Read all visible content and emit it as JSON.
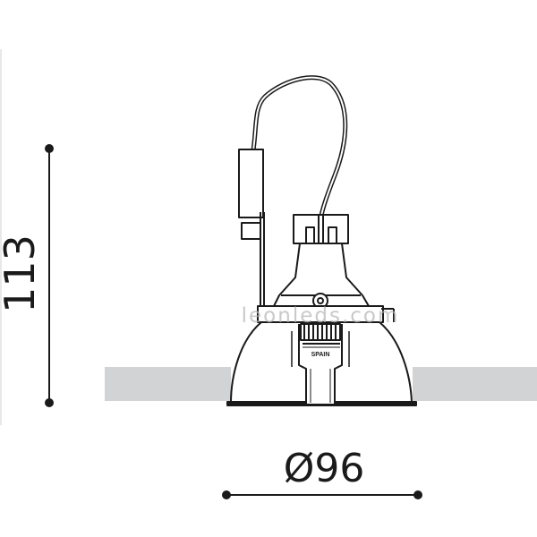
{
  "drawing": {
    "type": "technical dimension drawing",
    "subject": "recessed downlight with reflector, driver and spring clips",
    "colors": {
      "line": "#1a1a1a",
      "ceiling": "#d2d3d5",
      "background": "#ffffff",
      "watermark": "#b8b8b8"
    }
  },
  "dimensions": {
    "height": {
      "value": "113",
      "orientation": "vertical"
    },
    "diameter": {
      "value": "Ø96",
      "orientation": "horizontal"
    }
  },
  "labels": {
    "watermark": "leonleds.com",
    "clip_text": "SPAIN"
  }
}
